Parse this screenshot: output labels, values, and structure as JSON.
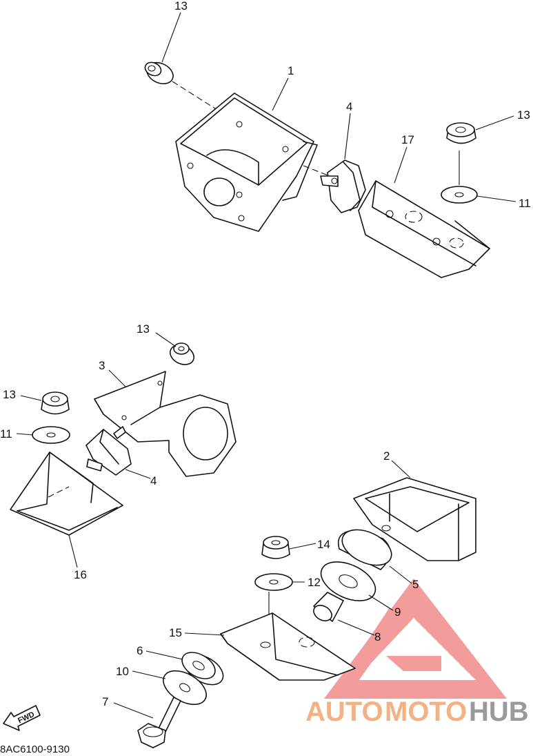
{
  "diagram_code": "8AC6100-9130",
  "fwd_label": "FWD",
  "watermark": {
    "auto": "AUTO",
    "moto": "MOTO",
    "hub": "HUB",
    "colors": {
      "auto": "#f4b183",
      "moto": "#f4b183",
      "hub": "#9a9a9a",
      "logo": "#f28b8b"
    }
  },
  "callouts": {
    "c1": "1",
    "c2": "2",
    "c3": "3",
    "c4a": "4",
    "c4b": "4",
    "c5": "5",
    "c6": "6",
    "c7": "7",
    "c8": "8",
    "c9": "9",
    "c10": "10",
    "c11a": "11",
    "c11b": "11",
    "c12": "12",
    "c13a": "13",
    "c13b": "13",
    "c13c": "13",
    "c13d": "13",
    "c14": "14",
    "c15": "15",
    "c16": "16",
    "c17": "17"
  }
}
